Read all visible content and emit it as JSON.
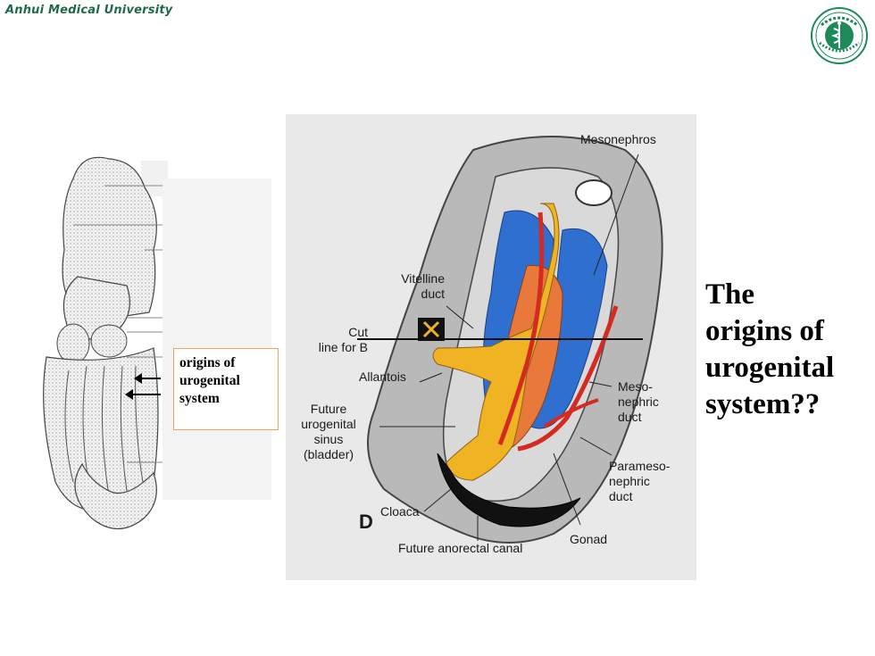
{
  "header": {
    "title": "Anhui Medical University"
  },
  "logo": {
    "icon": "university-seal-icon",
    "color": "#1e8a5a"
  },
  "left_figure": {
    "callout": "origins of\nurogenital\nsystem"
  },
  "diagram": {
    "labels": {
      "mesonephros": "Mesonephros",
      "vitelline_duct": "Vitelline\nduct",
      "cut_line": "Cut\nline for B",
      "allantois": "Allantois",
      "future_urogenital_sinus": "Future\nurogenital\nsinus\n(bladder)",
      "cloaca": "Cloaca",
      "future_anorectal_canal": "Future anorectal canal",
      "gonad": "Gonad",
      "mesonephric_duct": "Meso-\nnephric\nduct",
      "paramesonephric_duct": "Parameso-\nnephric\nduct",
      "panel_letter": "D"
    },
    "colors": {
      "orange": "#e8793a",
      "blue": "#2f6fd0",
      "yellow": "#f0b323",
      "red": "#d42a22",
      "gray": "#a9a9a9"
    }
  },
  "side_title": "The\norigins of\nurogenital\nsystem??"
}
